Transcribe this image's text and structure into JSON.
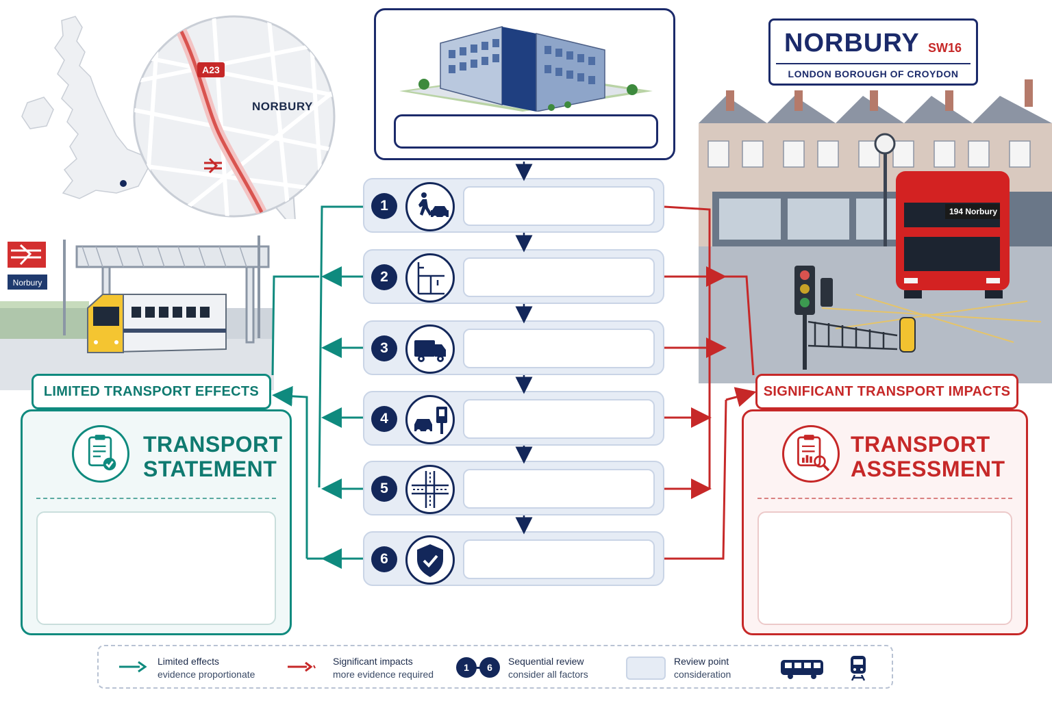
{
  "map": {
    "road_label": "A23",
    "area_label": "NORBURY",
    "station_sign": "Norbury"
  },
  "place_sign": {
    "name": "NORBURY",
    "postcode": "SW16",
    "borough": "LONDON BOROUGH OF CROYDON"
  },
  "bus": {
    "destination": "194  Norbury"
  },
  "steps": [
    {
      "number": "1",
      "icon": "pedestrian-car-icon"
    },
    {
      "number": "2",
      "icon": "site-layout-icon"
    },
    {
      "number": "3",
      "icon": "delivery-truck-icon"
    },
    {
      "number": "4",
      "icon": "parking-icon"
    },
    {
      "number": "5",
      "icon": "junction-icon"
    },
    {
      "number": "6",
      "icon": "safety-shield-icon"
    }
  ],
  "outcomes": {
    "limited": {
      "label": "LIMITED TRANSPORT EFFECTS",
      "title_line1": "TRANSPORT",
      "title_line2": "STATEMENT",
      "icon": "clipboard-check-icon",
      "color": "#0f8a7e"
    },
    "significant": {
      "label": "SIGNIFICANT TRANSPORT IMPACTS",
      "title_line1": "TRANSPORT",
      "title_line2": "ASSESSMENT",
      "icon": "clipboard-analysis-icon",
      "color": "#c62828"
    }
  },
  "legend": {
    "limited_line1": "Limited effects",
    "limited_line2": "evidence proportionate",
    "significant_line1": "Significant impacts",
    "significant_line2": "more evidence required",
    "badge_start": "1",
    "badge_end": "6",
    "sequential_line1": "Sequential review",
    "sequential_line2": "consider all factors",
    "review_line1": "Review point",
    "review_line2": "consideration",
    "icons": [
      "bus-icon",
      "train-icon"
    ]
  },
  "colors": {
    "navy": "#13275a",
    "teal": "#0f8a7e",
    "red": "#c62828",
    "step_bg": "#e6ecf5"
  }
}
